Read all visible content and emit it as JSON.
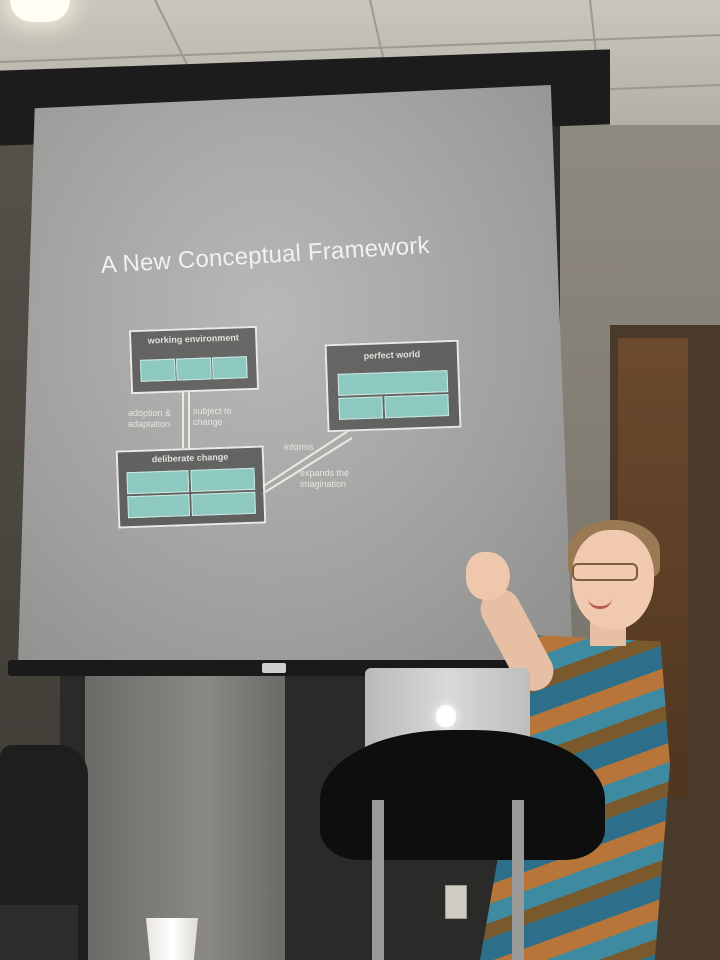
{
  "slide": {
    "title": "A New Conceptual Framework",
    "boxes": {
      "working_environment": "working environment",
      "perfect_world": "perfect world",
      "deliberate_change": "deliberate change"
    },
    "labels": {
      "adoption": "adoption &",
      "adaptation": "adaptation",
      "subject_to": "subject to",
      "change": "change",
      "informs": "informs",
      "expands_the": "expands the",
      "imagination": "imagination"
    }
  },
  "colors": {
    "screen": "#a8a8a6",
    "cell": "#8ec9c1",
    "box_border": "#e9e9e6",
    "shirt_teal": "#2d6f8a",
    "shirt_orange": "#b7753a"
  },
  "icons": {
    "laptop_logo": "apple-logo-icon"
  }
}
